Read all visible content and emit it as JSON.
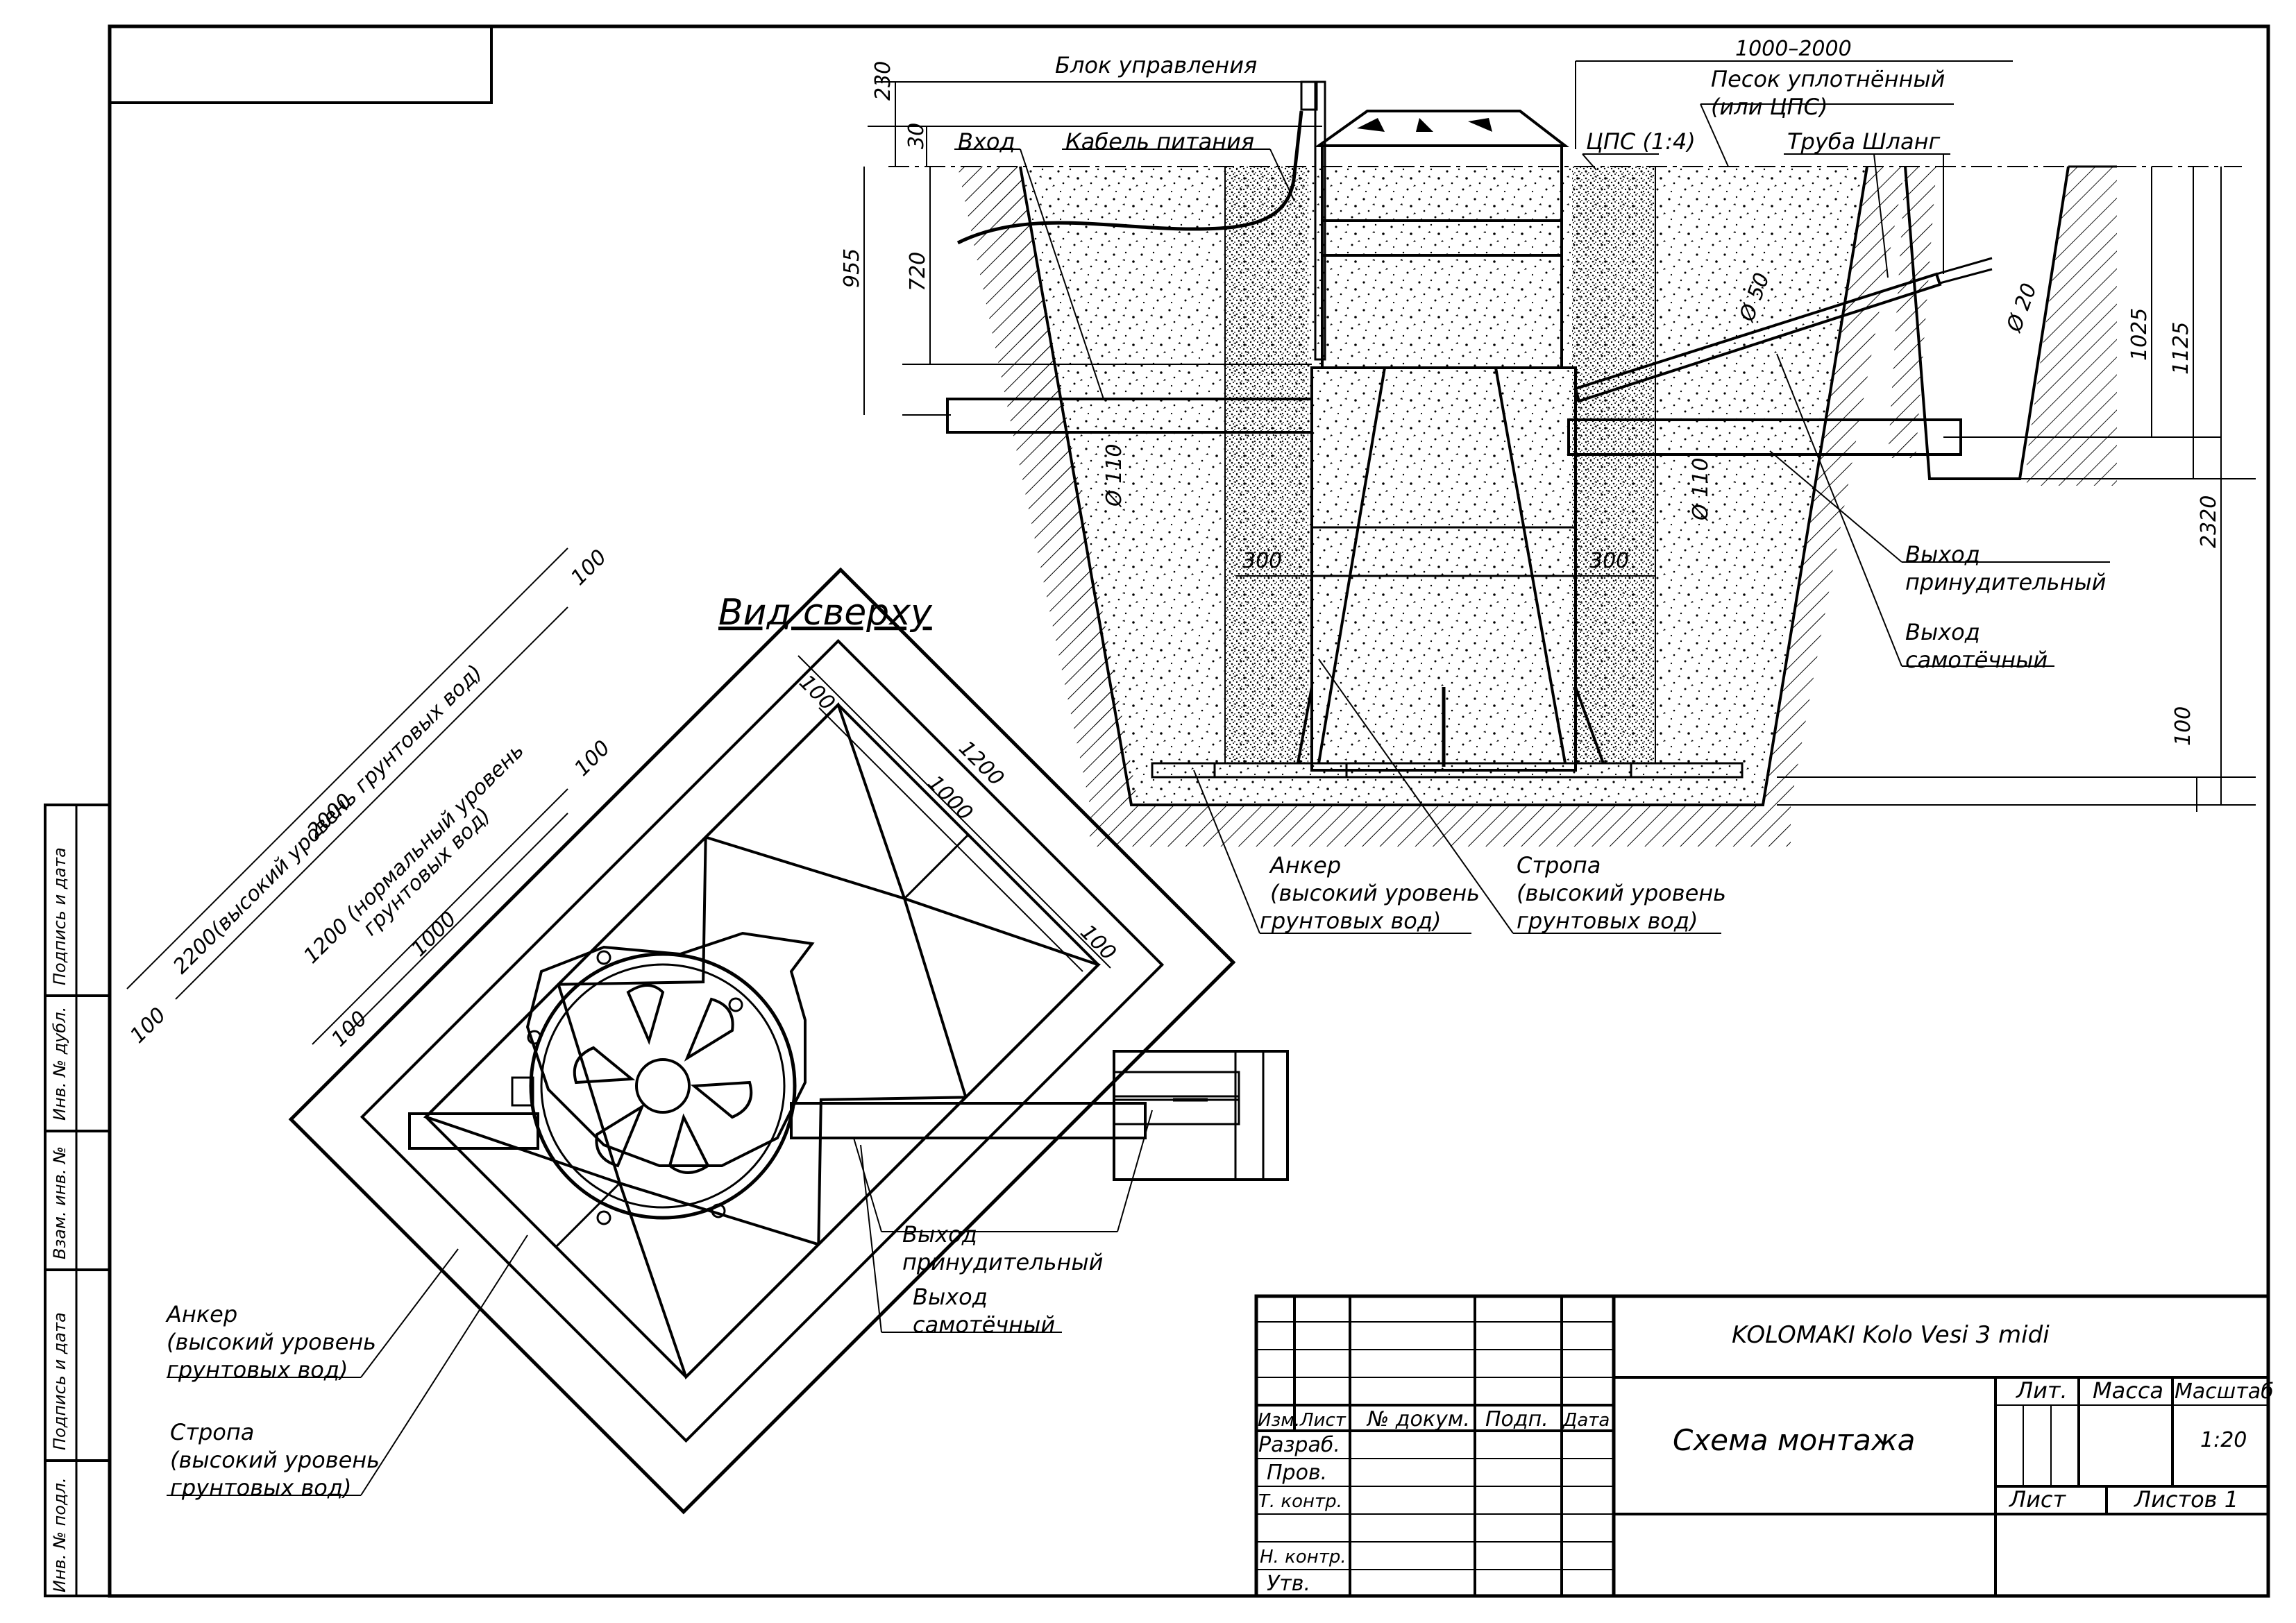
{
  "labels": {
    "control_unit": "Блок управления",
    "inlet": "Вход",
    "power_cable": "Кабель питания",
    "sand_line1": "Песок уплотнённый",
    "sand_line2": "(или ЦПС)",
    "cps": "ЦПС (1:4)",
    "pipe_hose": "Труба Шланг",
    "out_forced_1": "Выход",
    "out_forced_2": "принудительный",
    "out_gravity_1": "Выход",
    "out_gravity_2": "самотёчный",
    "anchor_1": "Анкер",
    "anchor_2": "(высокий уровень",
    "anchor_3": "грунтовых вод)",
    "sling_1": "Стропа",
    "sling_2": "(высокий уровень",
    "sling_3": "грунтовых вод)",
    "top_view": "Вид сверху",
    "plan_out_forced_1": "Выход",
    "plan_out_forced_2": "принудительный",
    "plan_out_gravity_1": "Выход",
    "plan_out_gravity_2": "самотёчный",
    "plan_anchor_1": "Анкер",
    "plan_anchor_2": "(высокий уровень",
    "plan_anchor_3": "грунтовых вод)",
    "plan_sling_1": "Стропа",
    "plan_sling_2": "(высокий уровень",
    "plan_sling_3": "грунтовых вод)"
  },
  "dims": {
    "d230": "230",
    "d30": "30",
    "d955": "955",
    "d720": "720",
    "d1000_2000": "1000–2000",
    "phi50": "Ø 50",
    "phi20": "Ø 20",
    "phi110a": "Ø 110",
    "phi110b": "Ø 110",
    "d300a": "300",
    "d300b": "300",
    "d1025": "1025",
    "d1125": "1125",
    "d2320": "2320",
    "d100v": "100",
    "p2200": "2200(высокий уровень грунтовых вод)",
    "p2000": "2000",
    "p1200n": "1200 (нормальный уровень",
    "p1200n2": "грунтовых вод)",
    "p1000": "1000",
    "p100a": "100",
    "p100b": "100",
    "p100c": "100",
    "p100d": "100",
    "p100e": "100",
    "p1200": "1200",
    "p1000b": "1000",
    "p100f": "100"
  },
  "title_block": {
    "product": "KOLOMAKI Kolo Vesi 3 midi",
    "doc_title": "Схема монтажа",
    "col_izm": "Изм.",
    "col_list": "Лист",
    "col_doc": "№ докум.",
    "col_sign": "Подп.",
    "col_date": "Дата",
    "razrab": "Разраб.",
    "prov": "Пров.",
    "tkontr": "Т. контр.",
    "nkontr": "Н. контр.",
    "utv": "Утв.",
    "lit": "Лит.",
    "massa": "Масса",
    "masshtab": "Масштаб",
    "scale": "1:20",
    "sheet": "Лист",
    "sheets": "Листов 1"
  },
  "side_stamp": {
    "s1": "Подпись и дата",
    "s2": "Инв. № дубл.",
    "s3": "Взам. инв. №",
    "s4": "Подпись и дата",
    "s5": "Инв. № подл."
  }
}
